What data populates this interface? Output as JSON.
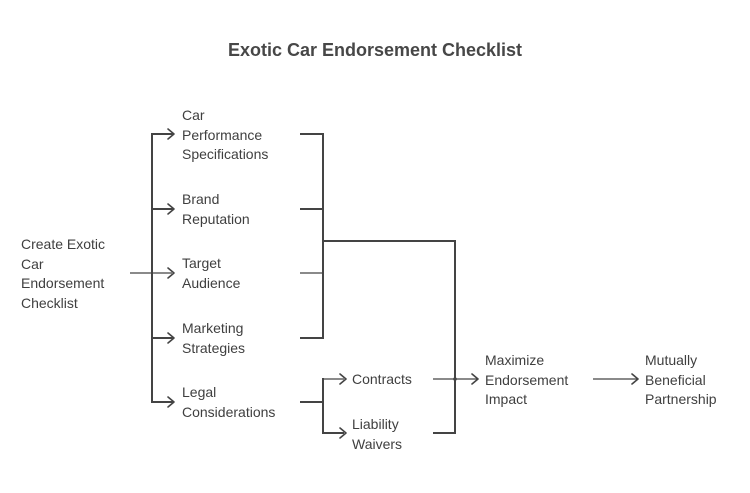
{
  "title": "Exotic Car Endorsement Checklist",
  "nodes": {
    "root": "Create Exotic\nCar\nEndorsement\nChecklist",
    "car_performance": "Car\nPerformance\nSpecifications",
    "brand_reputation": "Brand\nReputation",
    "target_audience": "Target\nAudience",
    "marketing_strategies": "Marketing\nStrategies",
    "legal_considerations": "Legal\nConsiderations",
    "contracts": "Contracts",
    "liability_waivers": "Liability\nWaivers",
    "maximize_impact": "Maximize\nEndorsement\nImpact",
    "partnership": "Mutually\nBeneficial\nPartnership"
  },
  "edges": [
    [
      "root",
      "car_performance"
    ],
    [
      "root",
      "brand_reputation"
    ],
    [
      "root",
      "target_audience"
    ],
    [
      "root",
      "marketing_strategies"
    ],
    [
      "root",
      "legal_considerations"
    ],
    [
      "legal_considerations",
      "contracts"
    ],
    [
      "legal_considerations",
      "liability_waivers"
    ],
    [
      "car_performance",
      "maximize_impact"
    ],
    [
      "brand_reputation",
      "maximize_impact"
    ],
    [
      "target_audience",
      "maximize_impact"
    ],
    [
      "marketing_strategies",
      "maximize_impact"
    ],
    [
      "contracts",
      "maximize_impact"
    ],
    [
      "liability_waivers",
      "maximize_impact"
    ],
    [
      "maximize_impact",
      "partnership"
    ]
  ],
  "colors": {
    "line": "#444444",
    "text": "#3f3f3f",
    "title": "#474747",
    "background": "#ffffff"
  }
}
